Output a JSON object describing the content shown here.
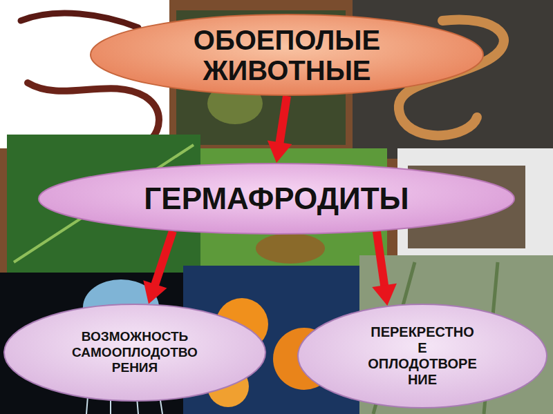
{
  "diagram": {
    "nodes": [
      {
        "text": [
          "ОБОЕПОЛЫЕ ЖИВОТНЫЕ"
        ]
      },
      {
        "text": [
          "ГЕРМАФРОДИТЫ"
        ]
      },
      {
        "text": [
          "ВОЗМОЖНОСТЬ САМООПЛОДОТВО РЕНИЯ"
        ]
      },
      {
        "text": [
          "ПЕРЕКРЕСТНО Е ОПЛОДОТВОРЕ НИЕ"
        ]
      }
    ],
    "edges": [
      {
        "from": 0,
        "to": 1,
        "arrow": "to"
      },
      {
        "from": 1,
        "to": 2,
        "arrow": "to"
      },
      {
        "from": 1,
        "to": 3,
        "arrow": "to"
      }
    ]
  }
}
